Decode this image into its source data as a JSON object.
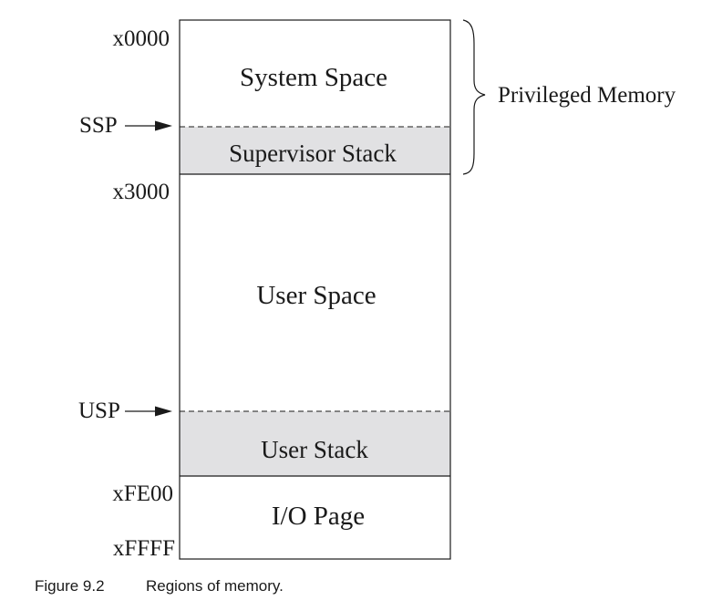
{
  "diagram": {
    "regions": {
      "system_space": "System Space",
      "supervisor_stack": "Supervisor Stack",
      "user_space": "User Space",
      "user_stack": "User Stack",
      "io_page": "I/O Page"
    },
    "addresses": {
      "a0000": "x0000",
      "a3000": "x3000",
      "afe00": "xFE00",
      "affff": "xFFFF"
    },
    "pointers": {
      "ssp": "SSP",
      "usp": "USP"
    },
    "brace_label": "Privileged Memory",
    "colors": {
      "stack_fill": "#e1e1e3",
      "line": "#1a1a1a"
    }
  },
  "caption": {
    "number": "Figure 9.2",
    "text": "Regions of memory."
  }
}
